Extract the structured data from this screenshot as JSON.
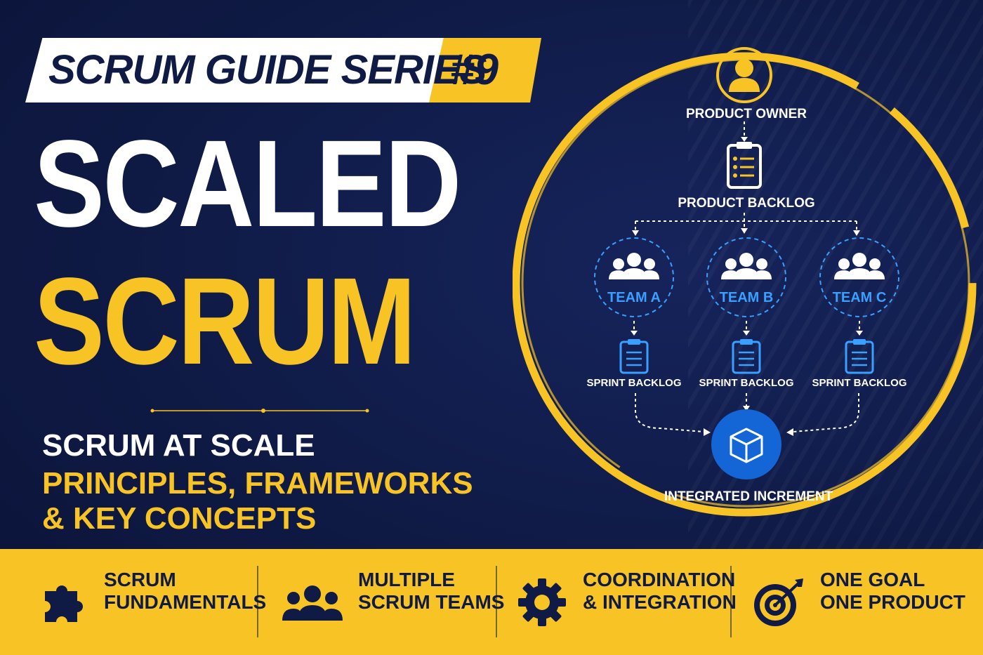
{
  "series": {
    "label": "SCRUM GUIDE SERIES",
    "number": "#9"
  },
  "title": {
    "line1": "SCALED",
    "line2": "SCRUM"
  },
  "subtitle": {
    "line1": "SCRUM AT SCALE",
    "line2": "PRINCIPLES, FRAMEWORKS",
    "line3": "& KEY CONCEPTS"
  },
  "diagram": {
    "owner": "PRODUCT OWNER",
    "backlog": "PRODUCT BACKLOG",
    "teams": [
      "TEAM A",
      "TEAM B",
      "TEAM C"
    ],
    "sprint_backlogs": [
      "SPRINT BACKLOG",
      "SPRINT BACKLOG",
      "SPRINT BACKLOG"
    ],
    "increment": "INTEGRATED INCREMENT"
  },
  "features": [
    {
      "icon": "puzzle-icon",
      "line1": "SCRUM",
      "line2": "FUNDAMENTALS"
    },
    {
      "icon": "group-icon",
      "line1": "MULTIPLE",
      "line2": "SCRUM TEAMS"
    },
    {
      "icon": "gear-icon",
      "line1": "COORDINATION",
      "line2": "& INTEGRATION"
    },
    {
      "icon": "target-icon",
      "line1": "ONE GOAL",
      "line2": "ONE PRODUCT"
    }
  ],
  "colors": {
    "navy": "#0f1a45",
    "yellow": "#f7c325",
    "blue": "#3aa0ff",
    "cube_blue": "#1466d6"
  }
}
